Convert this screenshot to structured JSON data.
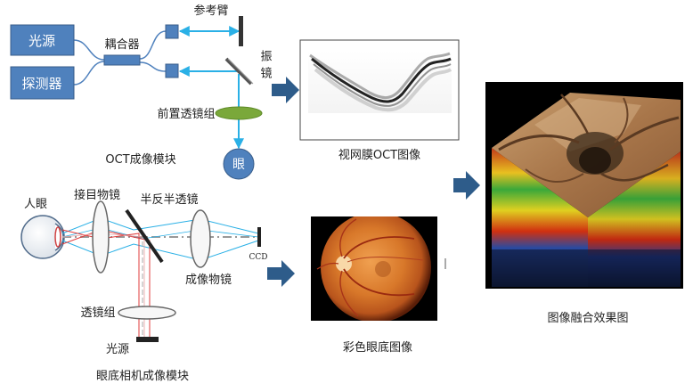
{
  "oct_module": {
    "light_source": "光源",
    "detector": "探测器",
    "coupler": "耦合器",
    "reference_arm": "参考臂",
    "scanner": "振镜",
    "front_lens_group": "前置透镜组",
    "eye": "眼",
    "caption": "OCT成像模块"
  },
  "fundus_module": {
    "human_eye": "人眼",
    "eyepiece": "接目物镜",
    "half_mirror": "半反半透镜",
    "ccd": "CCD",
    "imaging_lens": "成像物镜",
    "lens_group": "透镜组",
    "light_source": "光源",
    "caption": "眼底相机成像模块"
  },
  "images": {
    "retina_oct": "视网膜OCT图像",
    "color_fundus": "彩色眼底图像",
    "fusion": "图像融合效果图"
  },
  "colors": {
    "block_fill": "#4f81bd",
    "block_stroke": "#385d8a",
    "beam": "#2ab0e6",
    "arrow": "#2e5c8a",
    "lens_green": "#7aa83a",
    "red_ray": "#e03c3c"
  }
}
